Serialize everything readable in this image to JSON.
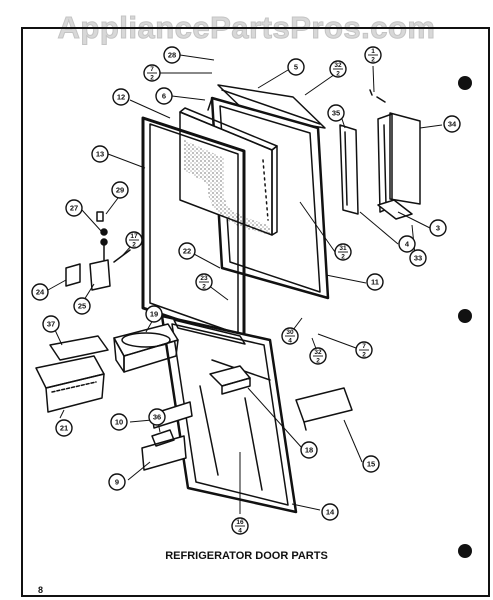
{
  "watermark": "AppliancePartsPros.com",
  "caption": "REFRIGERATOR DOOR PARTS",
  "page_number": "8",
  "callouts": [
    {
      "id": "c28",
      "label": "28"
    },
    {
      "id": "c7a",
      "label": "7/2"
    },
    {
      "id": "c5",
      "label": "5"
    },
    {
      "id": "c32a",
      "label": "32/2"
    },
    {
      "id": "c1",
      "label": "1/2"
    },
    {
      "id": "c12",
      "label": "12"
    },
    {
      "id": "c6",
      "label": "6"
    },
    {
      "id": "c35",
      "label": "35"
    },
    {
      "id": "c34",
      "label": "34"
    },
    {
      "id": "c13",
      "label": "13"
    },
    {
      "id": "c29",
      "label": "29"
    },
    {
      "id": "c27",
      "label": "27"
    },
    {
      "id": "c17",
      "label": "17/2"
    },
    {
      "id": "c22",
      "label": "22"
    },
    {
      "id": "c31",
      "label": "31/2"
    },
    {
      "id": "c4",
      "label": "4"
    },
    {
      "id": "c3",
      "label": "3"
    },
    {
      "id": "c33",
      "label": "33"
    },
    {
      "id": "c23",
      "label": "23/2"
    },
    {
      "id": "c11",
      "label": "11"
    },
    {
      "id": "c24",
      "label": "24"
    },
    {
      "id": "c25",
      "label": "25"
    },
    {
      "id": "c37",
      "label": "37"
    },
    {
      "id": "c19",
      "label": "19"
    },
    {
      "id": "c30",
      "label": "30/4"
    },
    {
      "id": "c32b",
      "label": "32/2"
    },
    {
      "id": "c7b",
      "label": "7/2"
    },
    {
      "id": "c21",
      "label": "21"
    },
    {
      "id": "c10",
      "label": "10"
    },
    {
      "id": "c36",
      "label": "36"
    },
    {
      "id": "c18",
      "label": "18"
    },
    {
      "id": "c15",
      "label": "15"
    },
    {
      "id": "c9",
      "label": "9"
    },
    {
      "id": "c14",
      "label": "14"
    },
    {
      "id": "c16",
      "label": "16/4"
    }
  ]
}
